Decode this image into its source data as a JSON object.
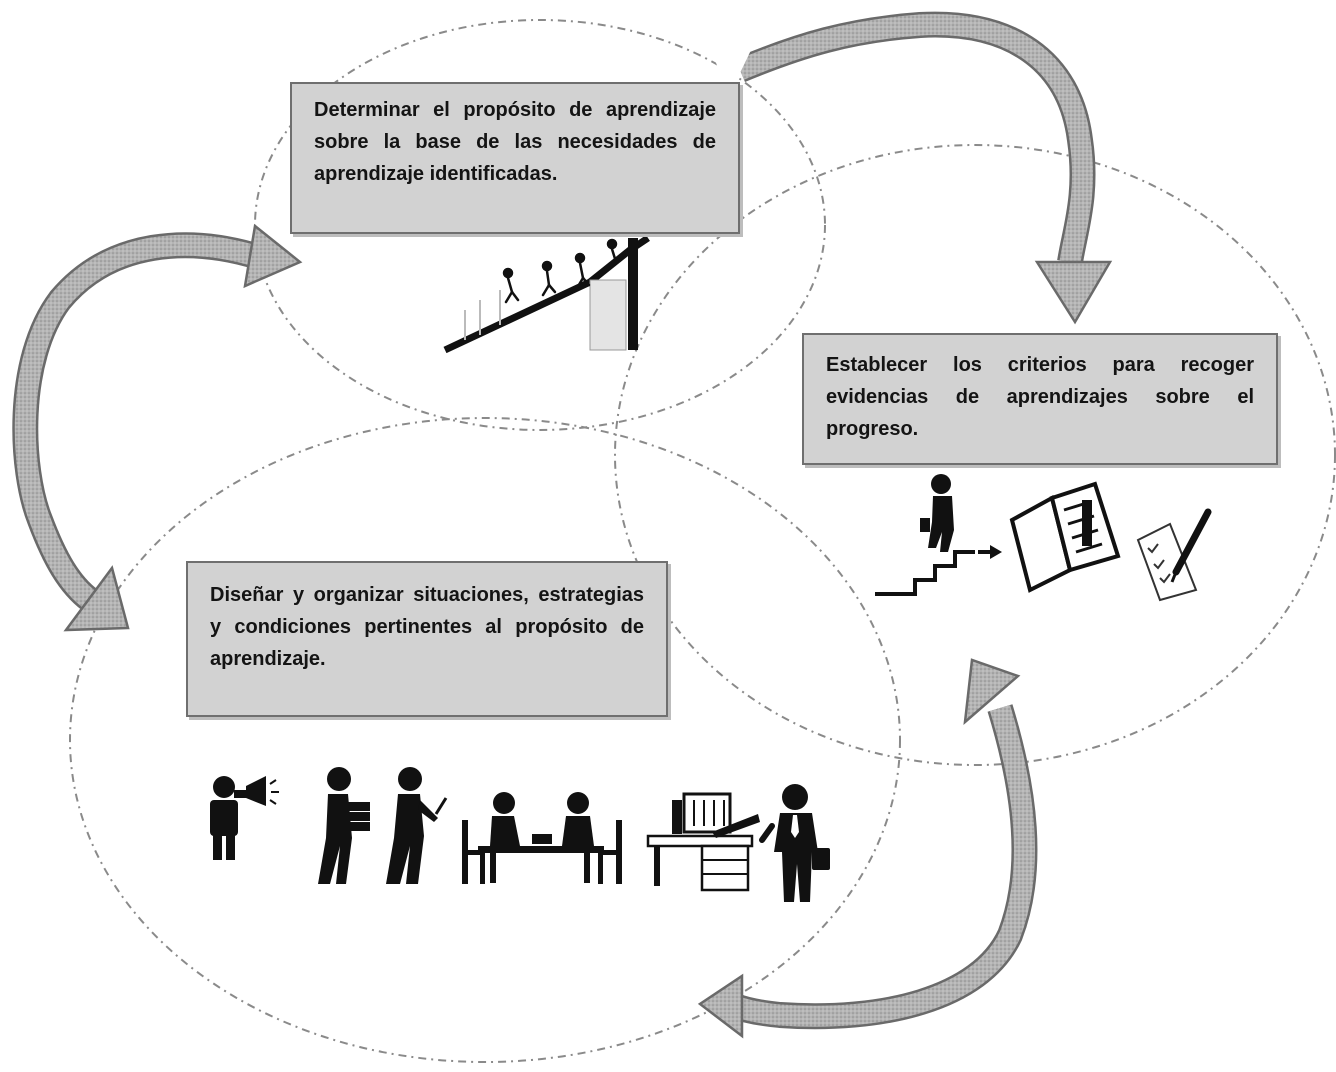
{
  "diagram": {
    "steps": [
      {
        "id": "purpose",
        "text": "Determinar el propósito de aprendizaje sobre la base de las necesidades de aprendizaje identificadas."
      },
      {
        "id": "criteria",
        "text": "Establecer los criterios para recoger evidencias de aprendizajes sobre el progreso."
      },
      {
        "id": "design",
        "text": "Diseñar y organizar situaciones, estrategias y condiciones pertinentes al propósito de aprendizaje."
      }
    ],
    "cycle_direction": "clockwise",
    "colors": {
      "box_fill": "#d2d2d2",
      "box_border": "#6f6f6f",
      "arrow_fill": "#b0b0b0",
      "arrow_stroke": "#6a6a6a",
      "ellipse_stroke": "#8a8a8a",
      "icon_fill": "#111111"
    },
    "icons": [
      "people-climbing-slope-icon",
      "person-climbing-stairs-icon",
      "open-book-icon",
      "checklist-with-pencil-icon",
      "megaphone-speaker-icon",
      "person-carrying-books-icon",
      "person-writing-icon",
      "people-meeting-at-table-icon",
      "office-desk-with-computer-icon",
      "businessman-with-briefcase-icon"
    ]
  }
}
